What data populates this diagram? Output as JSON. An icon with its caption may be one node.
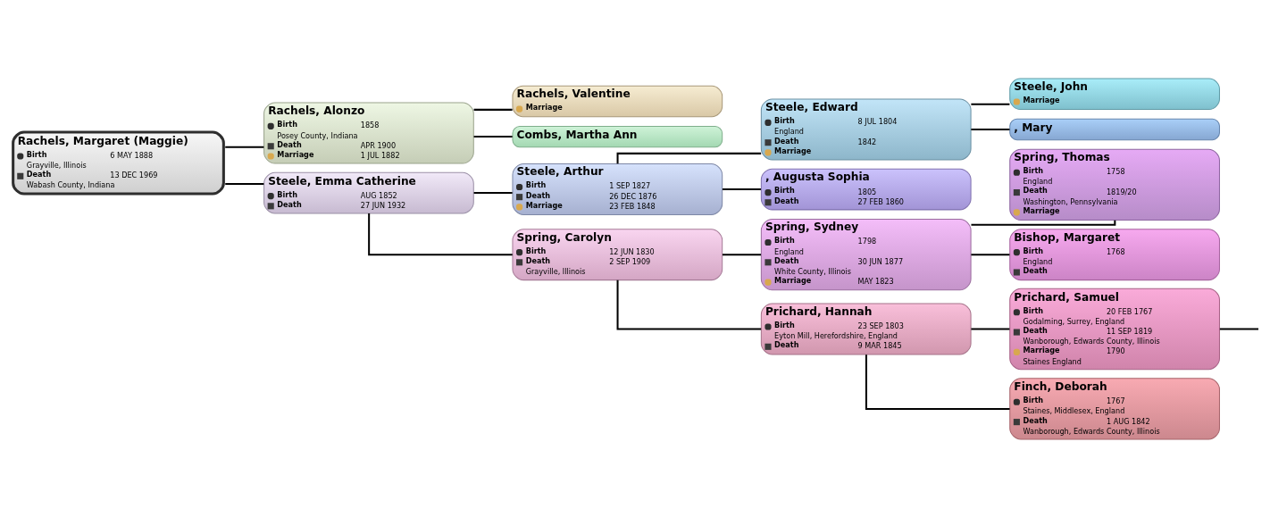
{
  "diagram": {
    "nodes": [
      {
        "text": [
          "Rachels, Margaret (Maggie)",
          "Birth",
          "6 MAY 1888",
          "Grayville, Illinois",
          "Death",
          "13 DEC 1969",
          "Wabash County, Indiana"
        ]
      },
      {
        "text": [
          "Rachels, Alonzo",
          "Birth",
          "1858",
          "Posey County, Indiana",
          "Death",
          "APR 1900",
          "Marriage",
          "1 JUL 1882"
        ]
      },
      {
        "text": [
          "Steele, Emma Catherine",
          "Birth",
          "AUG 1852",
          "Death",
          "27 JUN 1932"
        ]
      },
      {
        "text": [
          "Rachels, Valentine",
          "Marriage"
        ]
      },
      {
        "text": [
          "Combs, Martha Ann"
        ]
      },
      {
        "text": [
          "Steele, Arthur",
          "Birth",
          "1 SEP 1827",
          "Death",
          "26 DEC 1876",
          "Marriage",
          "23 FEB 1848"
        ]
      },
      {
        "text": [
          "Spring, Carolyn",
          "Birth",
          "12 JUN 1830",
          "Death",
          "2 SEP 1909",
          "Grayville, Illinois"
        ]
      },
      {
        "text": [
          "Steele, Edward",
          "Birth",
          "8 JUL 1804",
          "England",
          "Death",
          "1842",
          "Marriage"
        ]
      },
      {
        "text": [
          ", Augusta Sophia",
          "Birth",
          "1805",
          "Death",
          "27 FEB 1860"
        ]
      },
      {
        "text": [
          "Spring, Sydney",
          "Birth",
          "1798",
          "England",
          "Death",
          "30 JUN 1877",
          "White County, Illinois",
          "Marriage",
          "MAY 1823"
        ]
      },
      {
        "text": [
          "Prichard, Hannah",
          "Birth",
          "23 SEP 1803",
          "Eyton Mill, Herefordshire, England",
          "Death",
          "9 MAR 1845"
        ]
      },
      {
        "text": [
          "Steele, John",
          "Marriage"
        ]
      },
      {
        "text": [
          ", Mary"
        ]
      },
      {
        "text": [
          "Spring, Thomas",
          "Birth",
          "1758",
          "England",
          "Death",
          "1819/20",
          "Washington, Pennsylvania",
          "Marriage"
        ]
      },
      {
        "text": [
          "Bishop, Margaret",
          "Birth",
          "1768",
          "England",
          "Death"
        ]
      },
      {
        "text": [
          "Prichard, Samuel",
          "Birth",
          "20 FEB 1767",
          "Godalming, Surrey, England",
          "Death",
          "11 SEP 1819",
          "Wanborough, Edwards County, Illinois",
          "Marriage",
          "1790",
          "Staines England"
        ]
      },
      {
        "text": [
          "Finch, Deborah",
          "Birth",
          "1767",
          "Staines, Middlesex, England",
          "Death",
          "1 AUG 1842",
          "Wanborough, Edwards County, Illinois"
        ]
      }
    ],
    "edges": [
      {
        "from": 0,
        "to": 1,
        "arrow": "none"
      },
      {
        "from": 0,
        "to": 2,
        "arrow": "none"
      },
      {
        "from": 1,
        "to": 3,
        "arrow": "none"
      },
      {
        "from": 1,
        "to": 4,
        "arrow": "none"
      },
      {
        "from": 2,
        "to": 5,
        "arrow": "none"
      },
      {
        "from": 2,
        "to": 6,
        "arrow": "none"
      },
      {
        "from": 5,
        "to": 7,
        "arrow": "none"
      },
      {
        "from": 5,
        "to": 8,
        "arrow": "none"
      },
      {
        "from": 6,
        "to": 9,
        "arrow": "none"
      },
      {
        "from": 6,
        "to": 10,
        "arrow": "none"
      },
      {
        "from": 7,
        "to": 11,
        "arrow": "none"
      },
      {
        "from": 7,
        "to": 12,
        "arrow": "none"
      },
      {
        "from": 9,
        "to": 13,
        "arrow": "none"
      },
      {
        "from": 9,
        "to": 14,
        "arrow": "none"
      },
      {
        "from": 10,
        "to": 15,
        "arrow": "none"
      },
      {
        "from": 10,
        "to": 16,
        "arrow": "none"
      },
      {
        "from": 15,
        "to": null,
        "arrow": "none"
      }
    ]
  }
}
